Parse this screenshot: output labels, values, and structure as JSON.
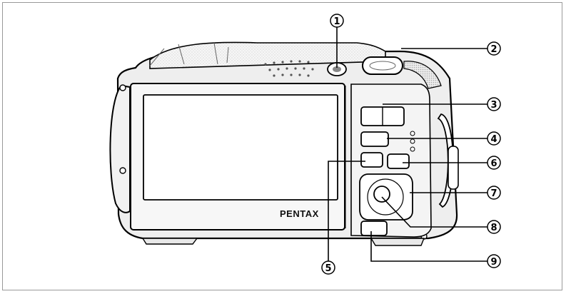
{
  "diagram": {
    "brand_label": "PENTAX",
    "callouts": [
      {
        "label": "1",
        "part": "power-switch"
      },
      {
        "label": "2",
        "part": "shutter-release-button"
      },
      {
        "label": "3",
        "part": "zoom-button"
      },
      {
        "label": "4",
        "part": "play-button"
      },
      {
        "label": "5",
        "part": "green-button"
      },
      {
        "label": "6",
        "part": "i-button"
      },
      {
        "label": "7",
        "part": "four-way-controller"
      },
      {
        "label": "8",
        "part": "ok-button"
      },
      {
        "label": "9",
        "part": "menu-button"
      }
    ]
  }
}
